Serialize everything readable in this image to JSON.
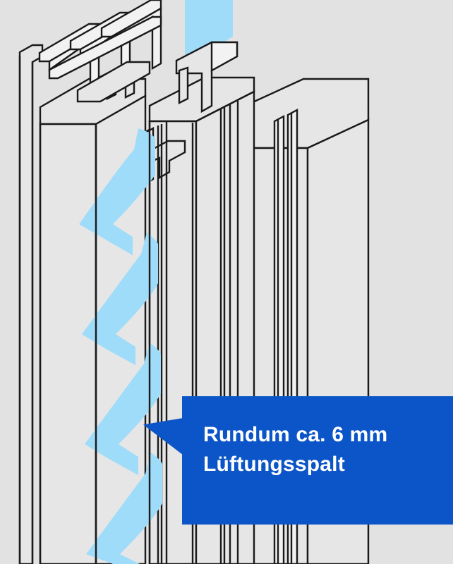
{
  "figure": {
    "kind": "technical-cross-section-illustration",
    "subject": "Tür- und Rahmenprofil im Schnitt mit umlaufendem Lüftungsspalt",
    "background_color": "#e2e2e2",
    "outline_color": "#1a1a1a",
    "profile_fill_color": "#e6e6e6",
    "airflow_color": "#9fdcf9",
    "callout_color": "#0b55c8",
    "callout_text_color": "#ffffff"
  },
  "callout": {
    "line1": "Rundum ca. 6 mm",
    "line2": "Lüftungsspalt",
    "measurement_value": "ca. 6 mm",
    "pointer_target": "Lüftungsspalt zwischen Türblatt und Rahmen"
  },
  "airflow": {
    "label": "airflow-ribbon",
    "description": "hellblaues Luftstrom-Band, das wellenförmig durch den Spalt strömt",
    "wave_count": 4
  },
  "profile": {
    "left_leaf_lines": [
      28,
      45,
      136
    ],
    "mid_lines": [
      224,
      229,
      236,
      273
    ],
    "right_lines": [
      313,
      318,
      326,
      337
    ],
    "far_right_lines": [
      389,
      394,
      402,
      417
    ]
  }
}
